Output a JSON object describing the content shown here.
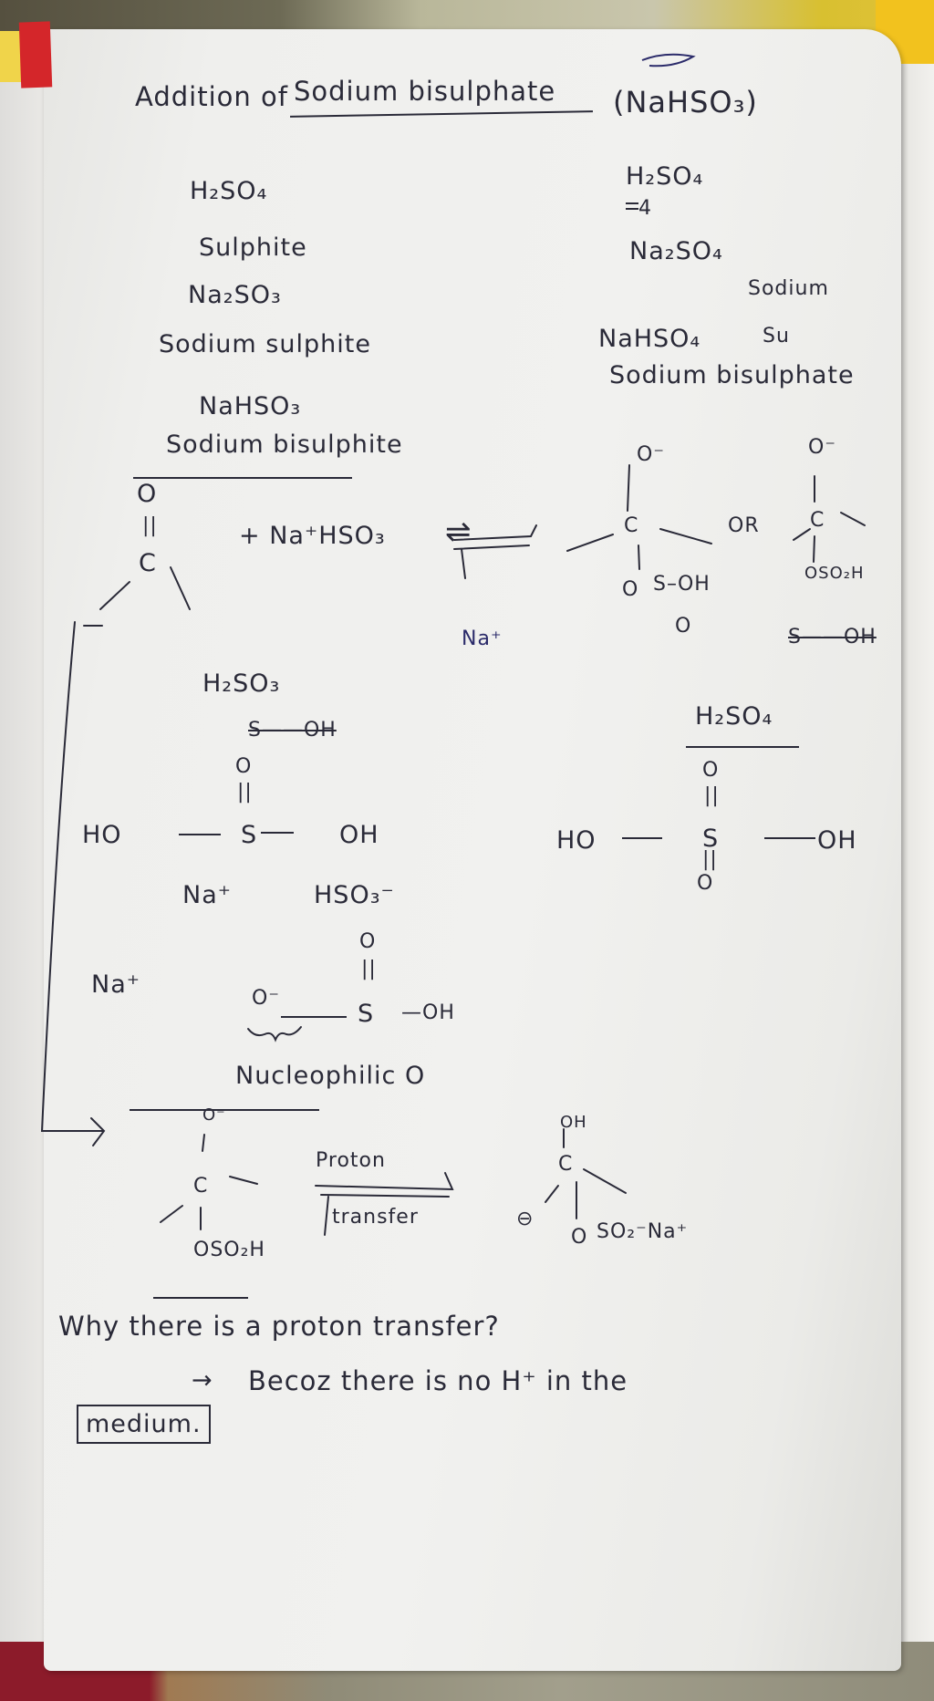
{
  "title": {
    "prefix": "Addition of",
    "underlined": "Sodium bisulphate",
    "formula": "(NaHSO₃)"
  },
  "left_column": {
    "h2so4": "H₂SO₄",
    "sulphite_label": "Sulphite",
    "na2so3": "Na₂SO₃",
    "na2so3_name": "Sodium sulphite",
    "nahso3": "NaHSO₃",
    "nahso3_name": "Sodium bisulphite"
  },
  "right_column": {
    "h2so4": "H₂SO₄",
    "four_note": "4",
    "na2so4": "Na₂SO₄",
    "sodium_word": "Sodium",
    "nahso4": "NaHSO₄",
    "su_note": "Su",
    "nahso4_name": "Sodium bisulphate"
  },
  "reaction": {
    "carbonyl_o": "O",
    "carbonyl_c": "C",
    "plus_reagent": "+ Na⁺HSO₃",
    "equilibrium_arrow": "⇌",
    "scribbled_na": "Na⁺",
    "product_1": {
      "o_minus": "O⁻",
      "c": "C",
      "or_label": "OR",
      "o": "O",
      "s_oh": "S–OH",
      "s_o": "O"
    },
    "product_2": {
      "o_minus": "O⁻",
      "c": "C",
      "oso2h": "OSO₂H",
      "struck_s_oh": "S——OH"
    }
  },
  "sulphurous_acid": {
    "formula": "H₂SO₃",
    "struck": "S——OH",
    "o_top": "O",
    "ho": "HO",
    "s": "S",
    "oh": "OH",
    "ion_na": "Na⁺",
    "ion_hso3": "HSO₃⁻"
  },
  "sulphuric_acid": {
    "formula": "H₂SO₄",
    "o_top": "O",
    "ho": "HO",
    "s": "S",
    "oh": "OH",
    "o_bottom": "O"
  },
  "bisulphite_ion": {
    "na": "Na⁺",
    "o_minus": "O⁻",
    "o_top": "O",
    "s": "S",
    "oh": "OH",
    "note": "Nucleophilic O"
  },
  "proton_transfer": {
    "intermediate": {
      "o_minus": "O⁻",
      "c": "C",
      "oso2h": "OSO₂H"
    },
    "arrow_top": "Proton",
    "arrow_bottom": "transfer",
    "product": {
      "oh": "OH",
      "c": "C",
      "left_group": "⊖",
      "o": "O",
      "so2_na": "SO₂⁻Na⁺"
    }
  },
  "question": "Why there is a proton transfer?",
  "answer_arrow": "→",
  "answer": "Becoz there is no H⁺ in the",
  "answer_boxed": "medium."
}
